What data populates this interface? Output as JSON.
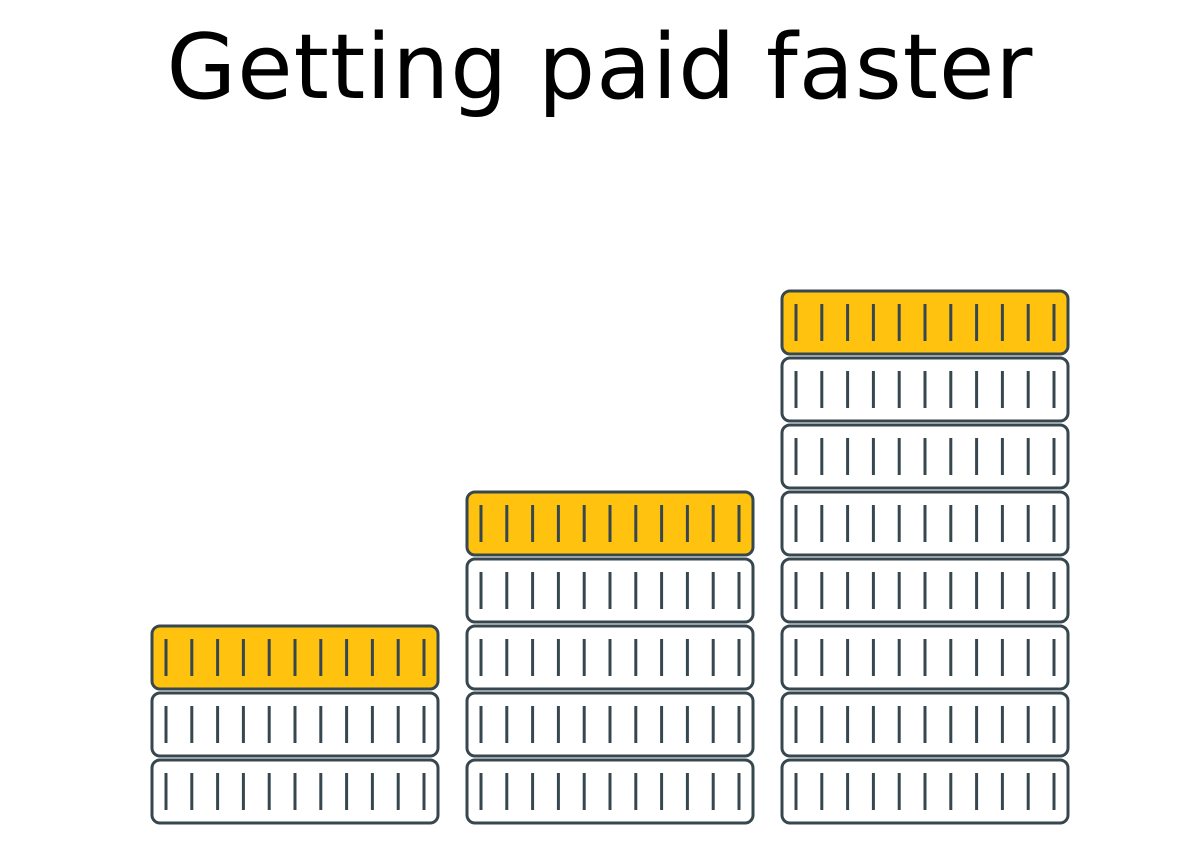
{
  "title": "Getting paid faster",
  "colors": {
    "coin_highlight": "#FFC20E",
    "coin_body": "#FFFFFF",
    "coin_outline": "#37474F"
  },
  "icons": [
    "coin-stack-icon"
  ],
  "stacks": [
    {
      "coins": 3
    },
    {
      "coins": 5
    },
    {
      "coins": 8
    }
  ]
}
